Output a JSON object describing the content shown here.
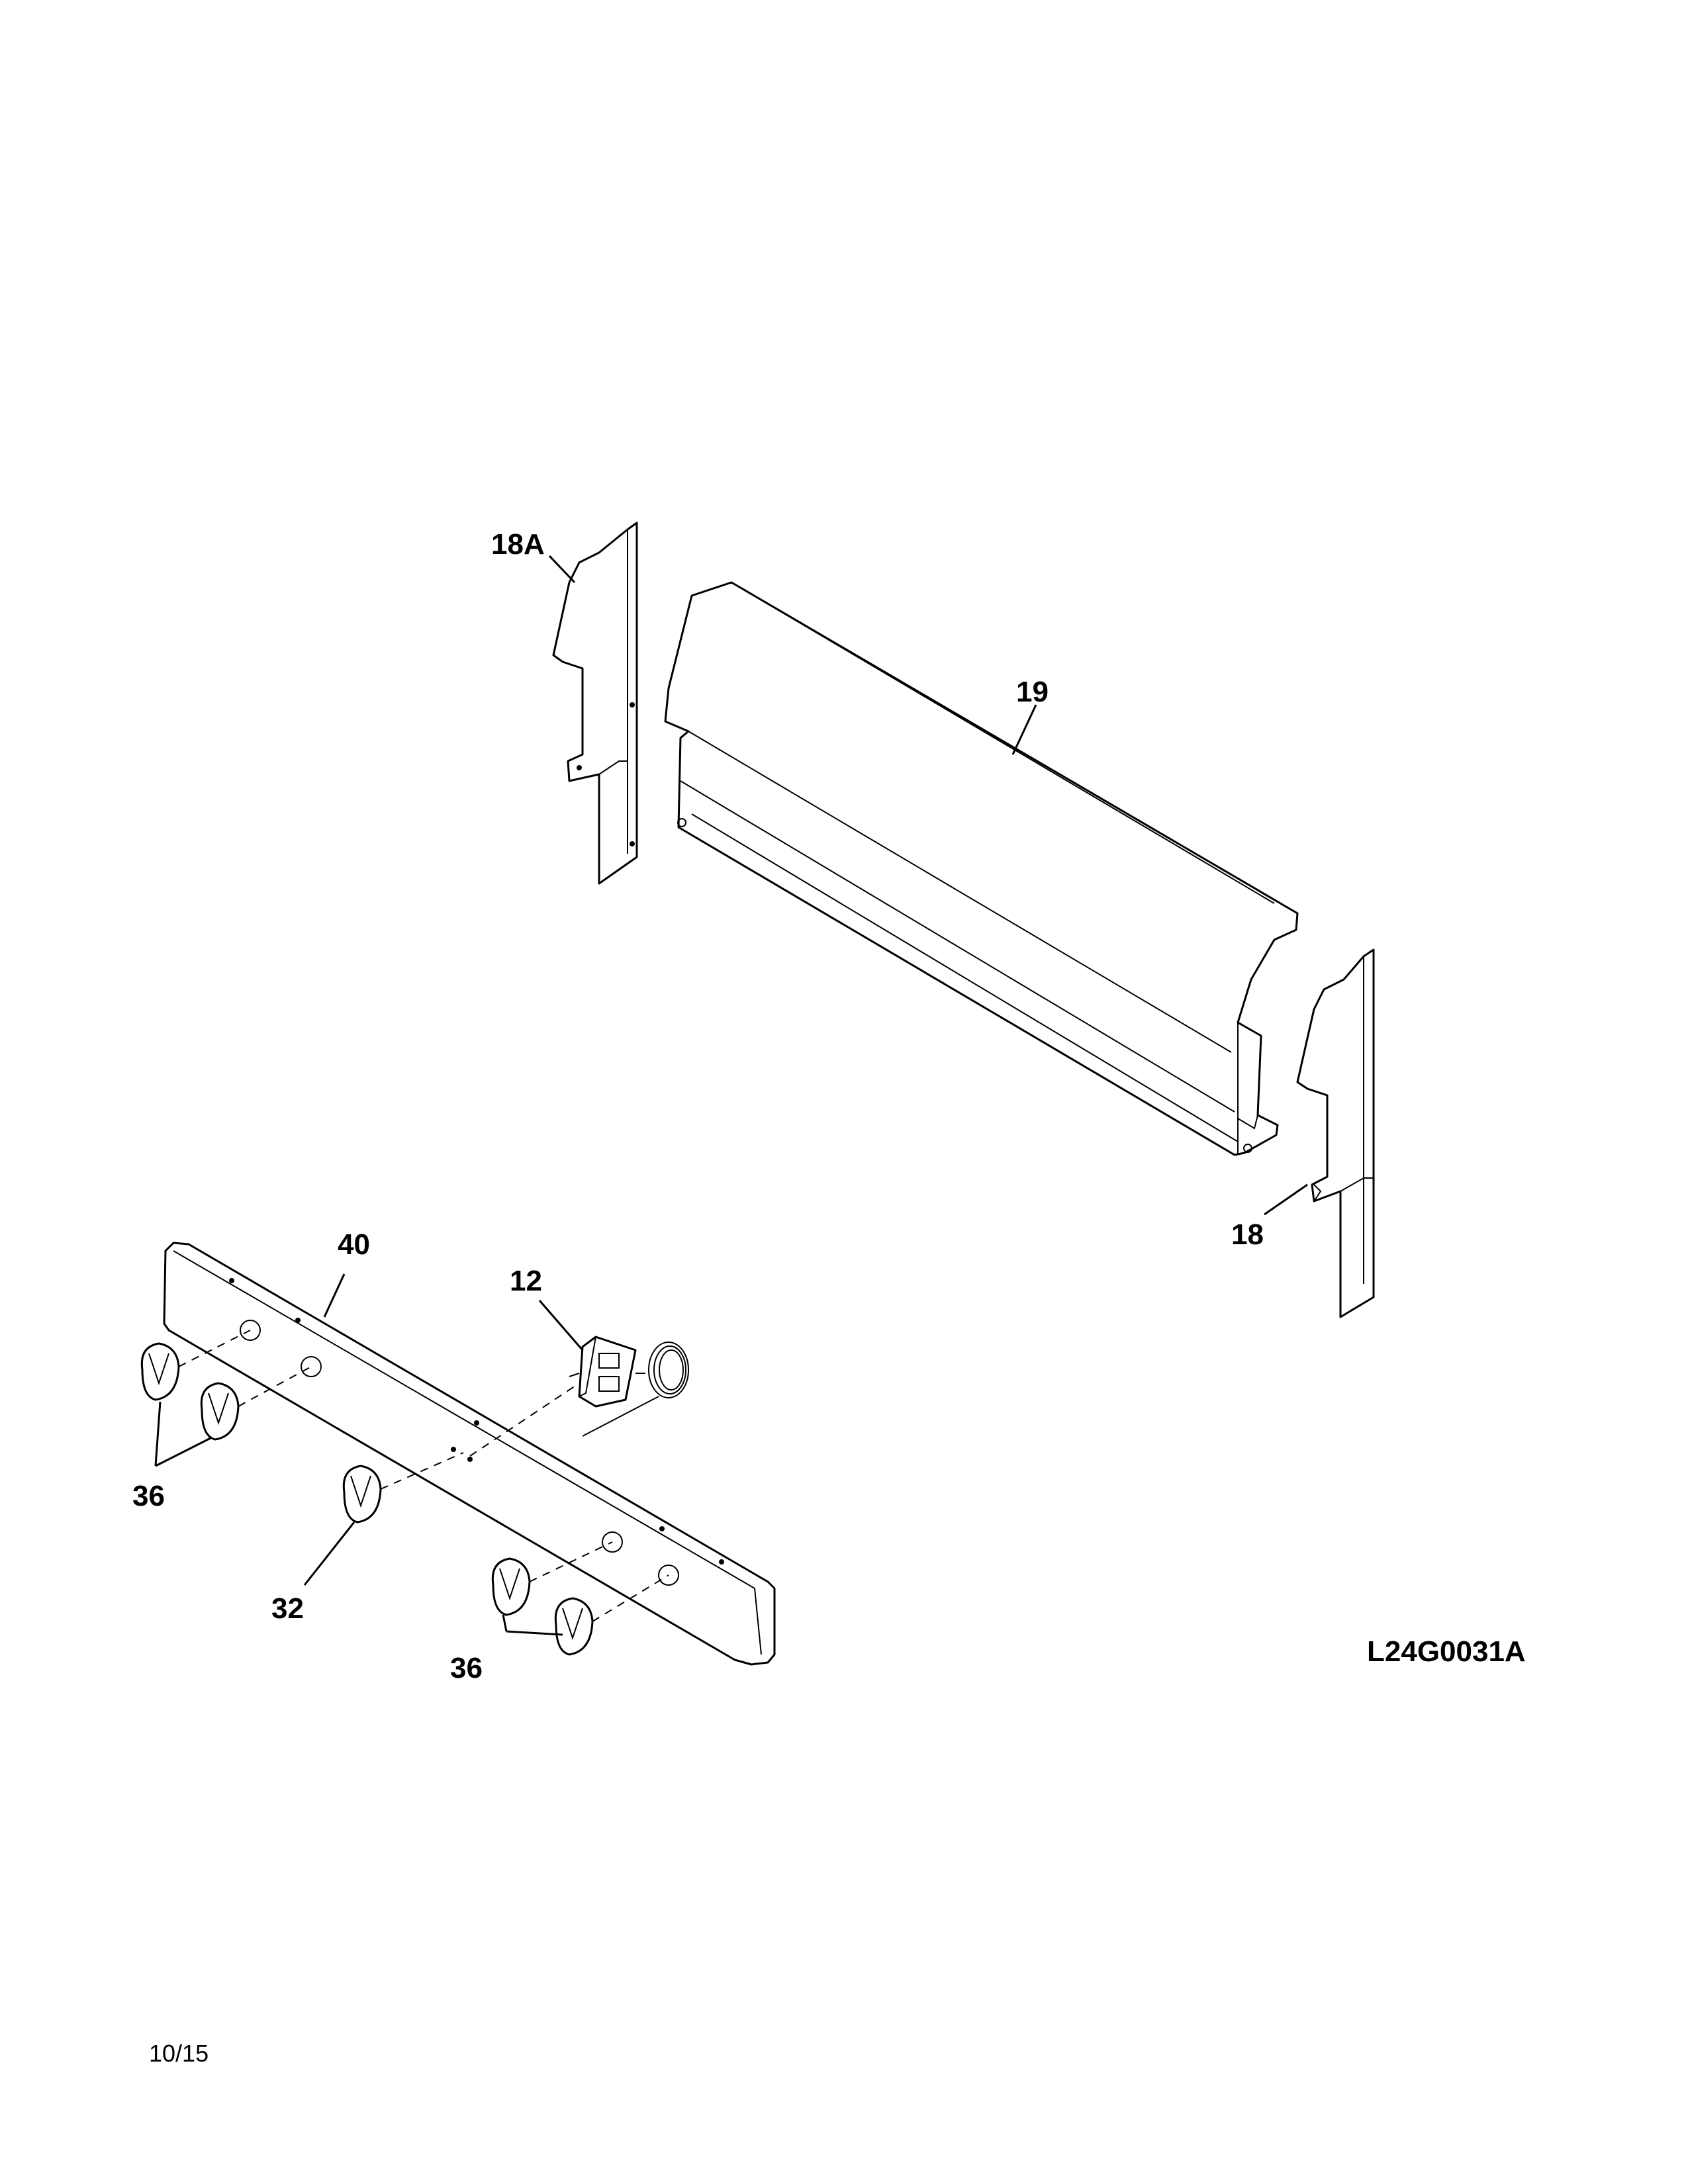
{
  "diagram": {
    "figure_code": "L24G0031A",
    "page_footer": "10/15",
    "callouts": {
      "bracket_left": "18A",
      "backguard": "19",
      "bracket_right": "18",
      "control_panel": "40",
      "thermostat": "12",
      "knobs_left": "36",
      "knob_center": "32",
      "knobs_right": "36"
    }
  }
}
